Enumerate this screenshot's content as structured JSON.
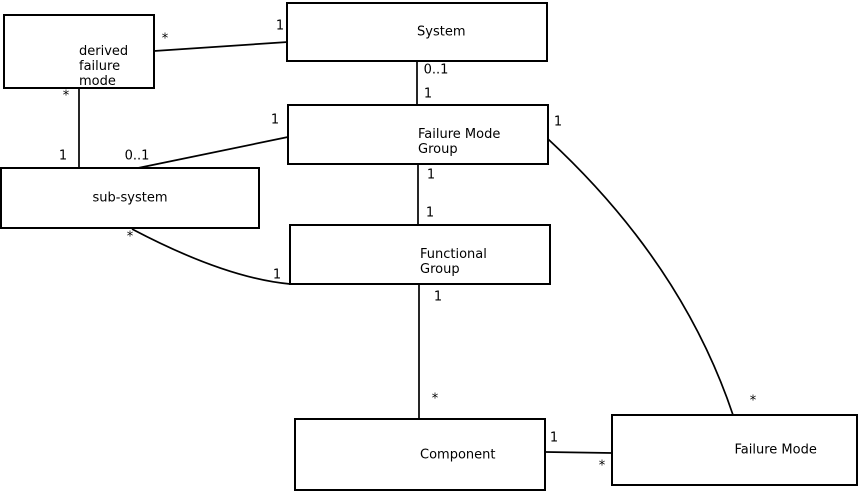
{
  "diagram": {
    "type": "uml-class-association-diagram",
    "colors": {
      "background": "#ffffff",
      "line": "#000000",
      "box_fill": "#ffffff",
      "text": "#000000"
    },
    "entities": {
      "derived_failure_mode": {
        "label": "derived\nfailure\nmode"
      },
      "system": {
        "label": "System"
      },
      "failure_mode_group": {
        "label": "Failure Mode\nGroup"
      },
      "sub_system": {
        "label": "sub-system"
      },
      "functional_group": {
        "label": "Functional\nGroup"
      },
      "component": {
        "label": "Component"
      },
      "failure_mode": {
        "label": "Failure Mode"
      }
    },
    "associations": [
      {
        "name": "derived-failure-mode - system",
        "end_a": "*",
        "end_b": "1"
      },
      {
        "name": "derived-failure-mode - sub-system",
        "end_a": "*",
        "end_b": "1"
      },
      {
        "name": "failure-mode-group - sub-system",
        "end_a": "1",
        "end_b": "0..1"
      },
      {
        "name": "sub-system - functional-group",
        "end_a": "*",
        "end_b": "1"
      },
      {
        "name": "system - failure-mode-group",
        "end_a": "0..1",
        "end_b": "1"
      },
      {
        "name": "failure-mode-group - functional-group",
        "end_a": "1",
        "end_b": "1"
      },
      {
        "name": "functional-group - component",
        "end_a": "1",
        "end_b": "*"
      },
      {
        "name": "component - failure-mode",
        "end_a": "1",
        "end_b": "*"
      },
      {
        "name": "failure-mode-group - failure-mode",
        "end_a": "1",
        "end_b": "*"
      }
    ]
  }
}
